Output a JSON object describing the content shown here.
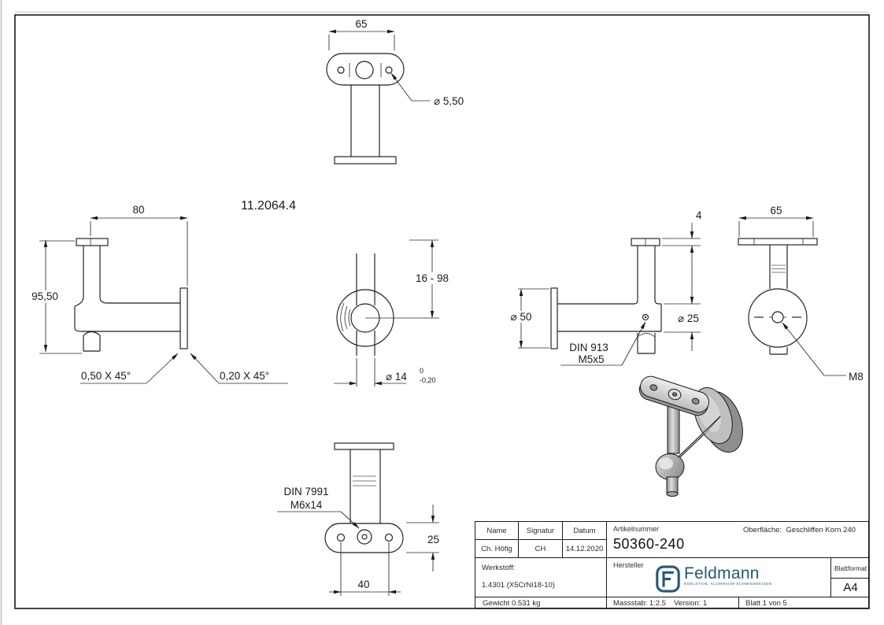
{
  "page": {
    "part_code": "11.2064.4"
  },
  "views": {
    "top": {
      "width": "65",
      "hole_dia": "⌀ 5,50"
    },
    "side": {
      "depth": "80",
      "height": "95,50",
      "chamfer_outer": "0,50 X 45°",
      "chamfer_inner": "0,20 X 45°"
    },
    "section": {
      "range": "16 - 98",
      "dia": "⌀ 14",
      "tol_up": "0",
      "tol_low": "-0,20"
    },
    "side_right": {
      "plate_thickness": "4",
      "flange_dia": "⌀ 50",
      "tube_dia": "⌀ 25",
      "screw_line1": "DIN 913",
      "screw_line2": "M5x5"
    },
    "front": {
      "width": "65",
      "thread": "M8"
    },
    "bottom": {
      "screw_line1": "DIN 7991",
      "screw_line2": "M6x14",
      "plate_depth": "25",
      "hole_dist": "40"
    }
  },
  "title_block": {
    "name_label": "Name",
    "signatur_label": "Signatur",
    "datum_label": "Datum",
    "name": "Ch. Höfig",
    "signatur": "CH",
    "datum": "14.12.2020",
    "artikel_label": "Artikelnummer",
    "artikel": "50360-240",
    "oberflaeche_label": "Oberfläche:",
    "oberflaeche": "Geschliffen Korn 240",
    "werkstoff_label": "Werkstoff:",
    "werkstoff": "1.4301 (X5CrNi18-10)",
    "hersteller_label": "Hersteller",
    "logo": {
      "name": "Feldmann",
      "tagline": "EDELSTAHL·ALUMINIUM·SCHMIEDEEISEN",
      "color": "#1e5a80"
    },
    "blattformat_label": "Blattformat",
    "blattformat": "A4",
    "gewicht": "Gewicht 0.531 kg",
    "massstab": "Massstab: 1:2.5",
    "version": "Version: 1",
    "blatt": "Blatt 1 von 5"
  }
}
